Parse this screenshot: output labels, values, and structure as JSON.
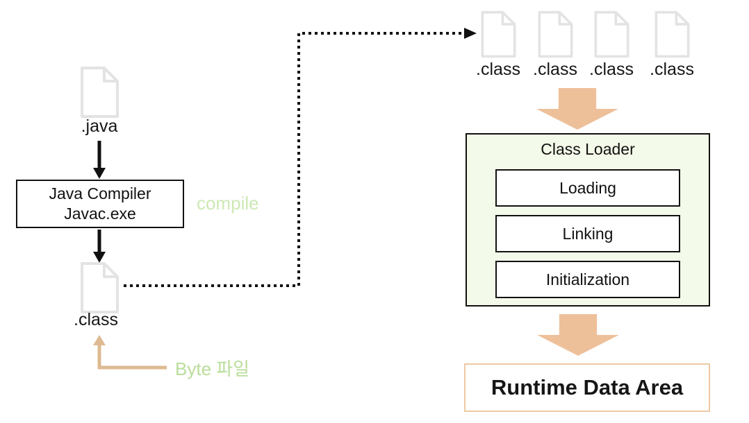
{
  "left_flow": {
    "java_file_label": ".java",
    "compiler_line1": "Java Compiler",
    "compiler_line2": "Javac.exe",
    "compile_annotation": "compile",
    "class_file_label": ".class",
    "byte_file_annotation": "Byte 파일"
  },
  "class_files": {
    "labels": [
      ".class",
      ".class",
      ".class",
      ".class"
    ]
  },
  "class_loader": {
    "title": "Class Loader",
    "stages": [
      "Loading",
      "Linking",
      "Initialization"
    ]
  },
  "runtime": {
    "label": "Runtime Data Area"
  },
  "colors": {
    "block_arrow_tan": "#eec09a",
    "runtime_border_tan": "#edc9a3",
    "thin_arrow_tan": "#deba92",
    "compile_green": "#cde8b4",
    "byte_green": "#b9dd9a",
    "loader_background": "#f4fae9",
    "file_icon_gray": "#e3e3e3",
    "line_black": "#111111"
  }
}
